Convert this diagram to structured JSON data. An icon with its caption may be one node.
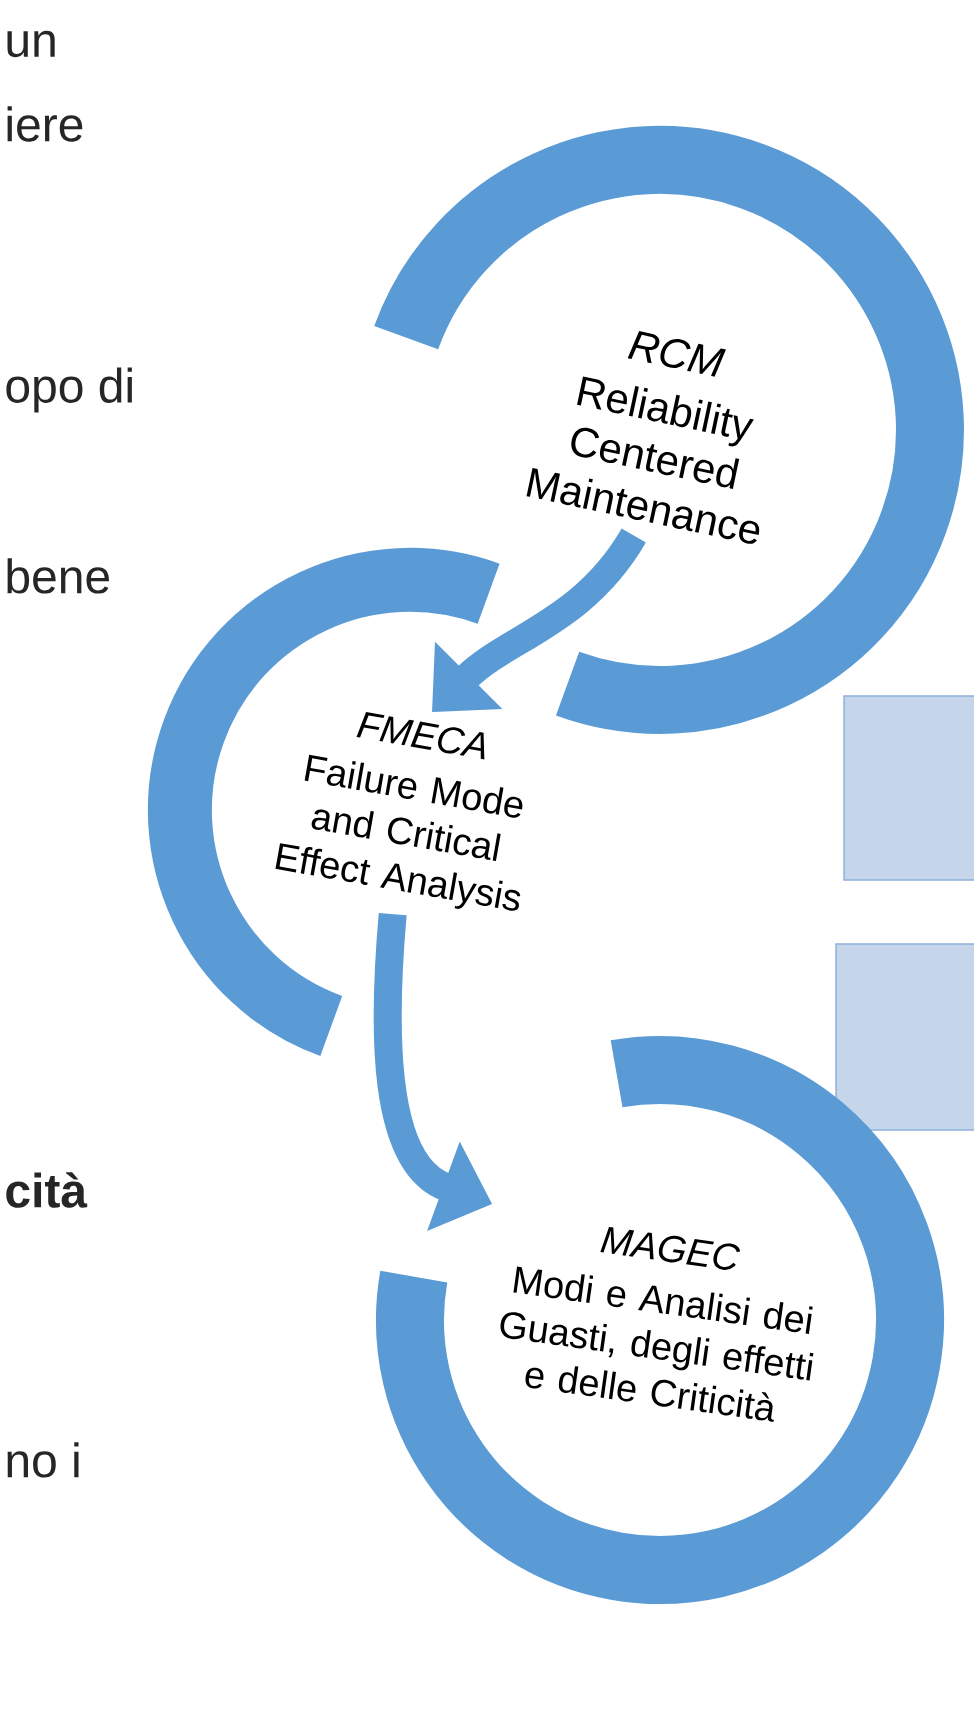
{
  "diagram": {
    "nodes": [
      {
        "text": [
          "RCM",
          "Reliability Centered Maintenance"
        ]
      },
      {
        "text": [
          "FMECA",
          "Failure Mode and Critical Effect Analysis"
        ]
      },
      {
        "text": [
          "MAGEC",
          "Modi e Analisi dei Guasti, degli effetti e delle Criticità"
        ]
      }
    ],
    "edges": [
      {
        "from": 0,
        "to": 1,
        "arrow": "to"
      },
      {
        "from": 1,
        "to": 2,
        "arrow": "to"
      }
    ],
    "labels": [
      "un",
      "iere",
      "opo di",
      "bene",
      "cità",
      "no i"
    ]
  }
}
